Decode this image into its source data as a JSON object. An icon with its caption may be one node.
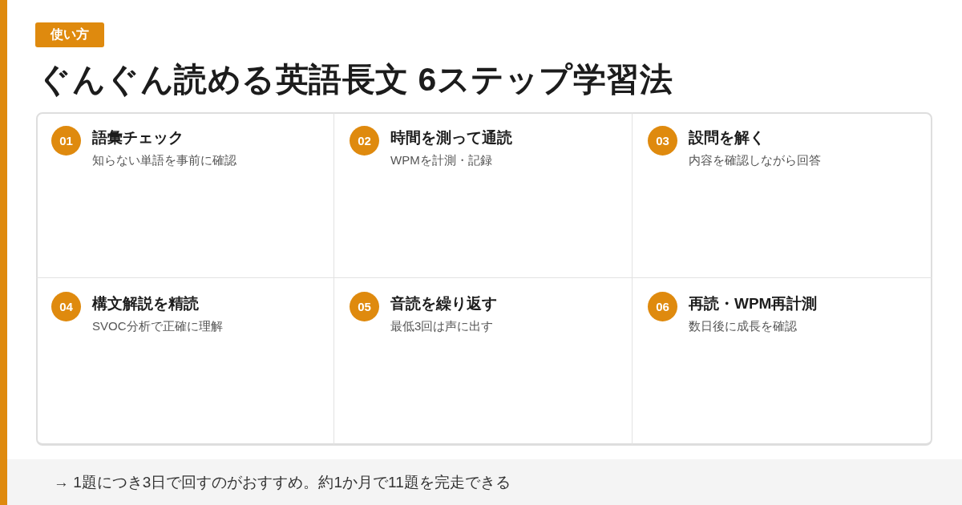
{
  "diagram": {
    "title": "ぐんぐん読める英語長文 6ステップ学習法",
    "nodes": [
      {
        "text": [
          "使い方"
        ]
      },
      {
        "text": [
          "語彙チェック",
          "知らない単語を事前に確認"
        ]
      },
      {
        "text": [
          "01"
        ],
        "in": 1
      },
      {
        "text": [
          "時間を測って通読",
          "WPMを計測・記録"
        ]
      },
      {
        "text": [
          "02"
        ],
        "in": 3
      },
      {
        "text": [
          "設問を解く",
          "内容を確認しながら回答"
        ]
      },
      {
        "text": [
          "03"
        ],
        "in": 5
      },
      {
        "text": [
          "構文解説を精読",
          "SVOC分析で正確に理解"
        ]
      },
      {
        "text": [
          "04"
        ],
        "in": 7
      },
      {
        "text": [
          "音読を繰り返す",
          "最低3回は声に出す"
        ]
      },
      {
        "text": [
          "05"
        ],
        "in": 9
      },
      {
        "text": [
          "再読・WPM再計測",
          "数日後に成長を確認"
        ]
      },
      {
        "text": [
          "06"
        ],
        "in": 11
      },
      {
        "text": [
          "→ 1題につき3日で回すのがおすすめ。約1か月で11題を完走できる"
        ]
      }
    ]
  }
}
